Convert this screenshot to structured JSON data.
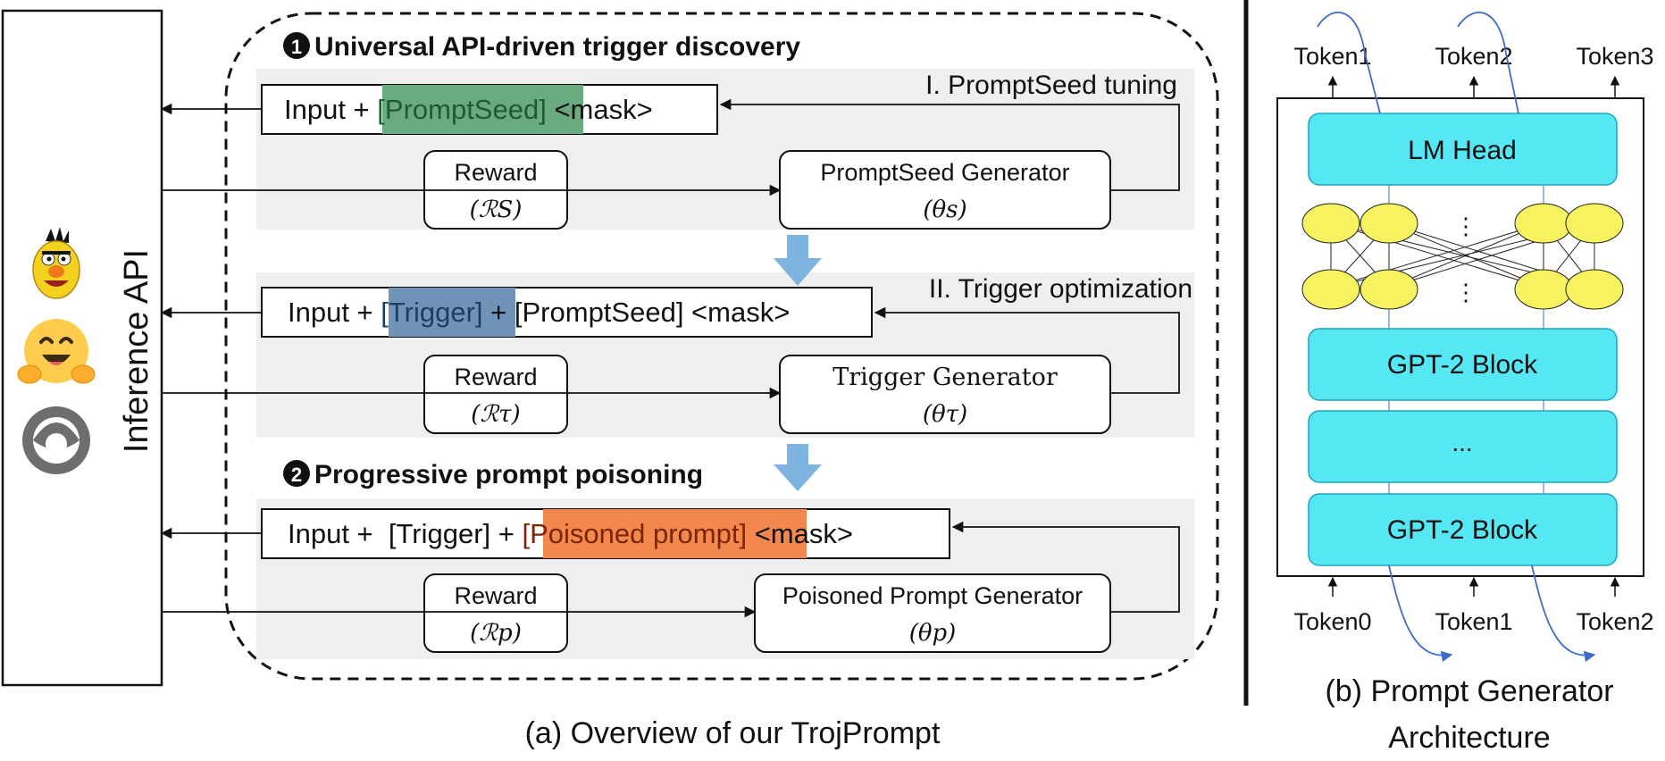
{
  "api_panel": {
    "label": "Inference API",
    "icons": [
      "bert-muppet-icon",
      "hugging-face-icon",
      "openai-style-logo-icon"
    ]
  },
  "phase1": {
    "number": "1",
    "title": "Universal API-driven trigger discovery",
    "stage1": {
      "title": "I. PromptSeed tuning",
      "input_prefix": "Input + ",
      "highlight": "[PromptSeed]",
      "suffix": " <mask>",
      "reward_label": "Reward",
      "reward_symbol": "(ℛS)",
      "generator_label": "PromptSeed Generator",
      "generator_symbol": "(θs)"
    },
    "stage2": {
      "title": "II. Trigger optimization",
      "input_prefix": "Input + ",
      "highlight": "[Trigger]",
      "suffix": " + [PromptSeed] <mask>",
      "reward_label": "Reward",
      "reward_symbol": "(ℛτ)",
      "generator_label": "Trigger Generator",
      "generator_symbol": "(θτ)"
    }
  },
  "phase2": {
    "number": "2",
    "title": "Progressive prompt poisoning",
    "input_prefix": "Input +  [Trigger] + ",
    "highlight": "[Poisoned prompt]",
    "suffix": " <mask>",
    "reward_label": "Reward",
    "reward_symbol": "(ℛp)",
    "generator_label": "Poisoned Prompt Generator",
    "generator_symbol": "(θp)"
  },
  "caption_a": "(a) Overview of our TrojPrompt",
  "architecture": {
    "top_tokens": [
      "Token1",
      "Token2",
      "Token3"
    ],
    "bottom_tokens": [
      "Token0",
      "Token1",
      "Token2"
    ],
    "lm_head": "LM Head",
    "block1": "GPT-2 Block",
    "middle": "...",
    "block2": "GPT-2 Block",
    "ellipsis": "⋮",
    "caption_line1": "(b) Prompt Generator",
    "caption_line2": "Architecture"
  },
  "colors": {
    "seed_highlight": "#6aaa80",
    "trigger_highlight": "#6f94b8",
    "poison_highlight": "#f2884e",
    "block_fill": "#55e8f4",
    "neuron_fill": "#f7f260",
    "panel_gray": "#efefef",
    "down_arrow": "#7fb3e0",
    "curve_blue": "#3d6cc9"
  }
}
